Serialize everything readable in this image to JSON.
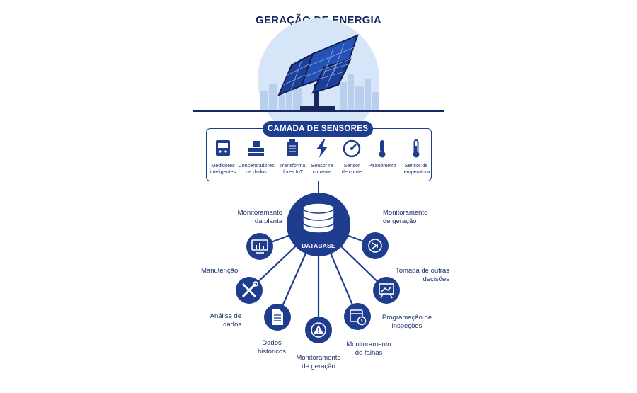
{
  "title": "GERAÇÃO DE ENERGIA",
  "sensor_layer": {
    "title": "CAMADA DE SENSORES",
    "sensors": [
      {
        "label": "Medidores\ninteligentes",
        "icon": "smart-meter-icon"
      },
      {
        "label": "Concentradores\nde dados",
        "icon": "data-concentrator-icon"
      },
      {
        "label": "Transforma\ndores IoT",
        "icon": "iot-transformer-icon"
      },
      {
        "label": "Sensor re\ncorrente",
        "icon": "lightning-icon"
      },
      {
        "label": "Sensor\nde corrte",
        "icon": "gauge-icon"
      },
      {
        "label": "Piranômetro",
        "icon": "pyranometer-icon"
      },
      {
        "label": "Sensor de\ntemperatura",
        "icon": "thermometer-icon"
      }
    ]
  },
  "database": {
    "label": "DATABASE"
  },
  "nodes": [
    {
      "label": "Monitoramanto\nda planta",
      "icon": "monitor-chart-icon"
    },
    {
      "label": "Monitoramento\nde geração",
      "icon": "generation-cycle-icon"
    },
    {
      "label": "Manutenção",
      "icon": "wrench-screwdriver-icon"
    },
    {
      "label": "Tomada de outras\ndecisões",
      "icon": "presentation-board-icon"
    },
    {
      "label": "Análise de\ndados",
      "icon": "document-icon"
    },
    {
      "label": "Programação de\ninspeções",
      "icon": "calendar-clock-icon"
    },
    {
      "label": "Dados\nhistóricos",
      "icon": "warning-icon"
    },
    {
      "label": "Monitoramento\nde falhas",
      "icon": "calendar-icon"
    },
    {
      "label": "Monitoramento\nde geração",
      "icon": "alert-icon"
    }
  ],
  "colors": {
    "primary": "#1f3d8f",
    "dark": "#17285f",
    "sky": "#cfe0f5",
    "skyline": "#b3cdee"
  }
}
